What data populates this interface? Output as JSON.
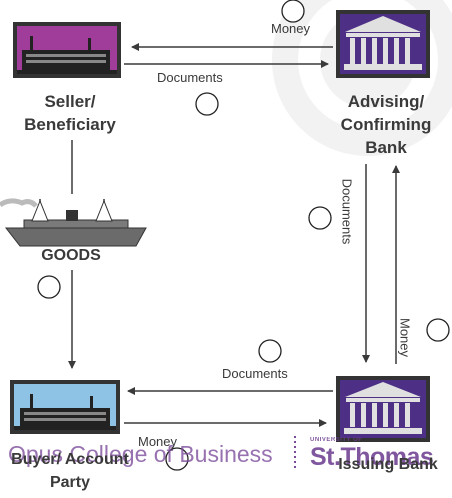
{
  "parties": {
    "seller": {
      "line1": "Seller/",
      "line2": "Beneficiary"
    },
    "advising_bank": {
      "line1": "Advising/",
      "line2": "Confirming",
      "line3": "Bank"
    },
    "buyer": {
      "line1": "Buyer/ Account",
      "line2": "Party"
    },
    "issuing_bank": {
      "label": "Issuing Bank"
    }
  },
  "goods": {
    "label": "GOODS"
  },
  "flows": {
    "top_money": "Money",
    "top_documents": "Documents",
    "right_documents": "Documents",
    "right_money": "Money",
    "bottom_documents": "Documents",
    "bottom_money": "Money"
  },
  "branding": {
    "college": "Opus College of Business",
    "university": "UNIVERSITY OF",
    "school": "St.Thomas"
  },
  "colors": {
    "seller_sky": "#a03d9a",
    "buyer_sky": "#8fc3e6",
    "bank_fill": "#4d2f86",
    "frame": "#333333",
    "arrow": "#3a3a3a",
    "brand": "#6a3a8e"
  }
}
